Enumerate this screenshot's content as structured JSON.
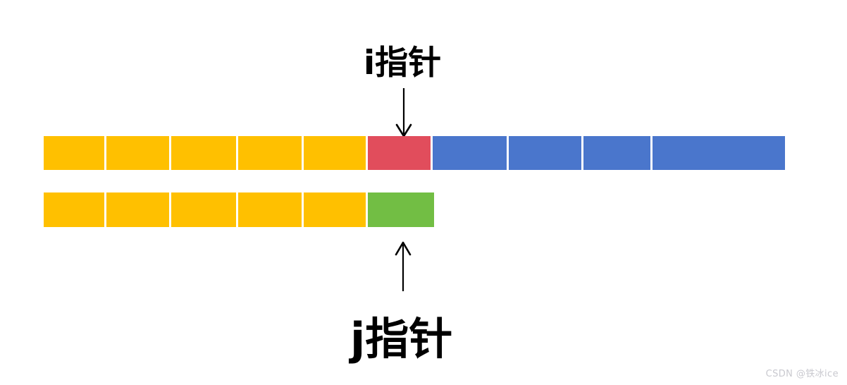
{
  "diagram": {
    "title_i": "i指针",
    "title_j": "j指针",
    "arrow_i_name": "down-arrow-icon",
    "arrow_j_name": "up-arrow-icon",
    "colors": {
      "yellow": "#FFC000",
      "red": "#E14D5C",
      "blue": "#4A76CC",
      "green": "#72BE44",
      "stroke": "#000000",
      "background": "#FFFFFF",
      "watermark": "#C9C9CF"
    },
    "top_row": {
      "label": "array-row-top",
      "cells": [
        {
          "color": "#FFC000",
          "width": 86,
          "name": "cell-yellow-1"
        },
        {
          "color": "#FFC000",
          "width": 89,
          "name": "cell-yellow-2"
        },
        {
          "color": "#FFC000",
          "width": 92,
          "name": "cell-yellow-3"
        },
        {
          "color": "#FFC000",
          "width": 90,
          "name": "cell-yellow-4"
        },
        {
          "color": "#FFC000",
          "width": 88,
          "name": "cell-yellow-5"
        },
        {
          "color": "#E14D5C",
          "width": 89,
          "name": "cell-red-current"
        },
        {
          "color": "#4A76CC",
          "width": 105,
          "name": "cell-blue-1"
        },
        {
          "color": "#4A76CC",
          "width": 103,
          "name": "cell-blue-2"
        },
        {
          "color": "#4A76CC",
          "width": 95,
          "name": "cell-blue-3"
        },
        {
          "color": "#4A76CC",
          "width": 188,
          "name": "cell-blue-4"
        }
      ]
    },
    "bottom_row": {
      "label": "array-row-bottom",
      "cells": [
        {
          "color": "#FFC000",
          "width": 86,
          "name": "cell-yellow-1"
        },
        {
          "color": "#FFC000",
          "width": 89,
          "name": "cell-yellow-2"
        },
        {
          "color": "#FFC000",
          "width": 92,
          "name": "cell-yellow-3"
        },
        {
          "color": "#FFC000",
          "width": 90,
          "name": "cell-yellow-4"
        },
        {
          "color": "#FFC000",
          "width": 88,
          "name": "cell-yellow-5"
        },
        {
          "color": "#72BE44",
          "width": 94,
          "name": "cell-green-current"
        }
      ]
    }
  },
  "watermark": {
    "text": "CSDN @铁冰ice"
  }
}
